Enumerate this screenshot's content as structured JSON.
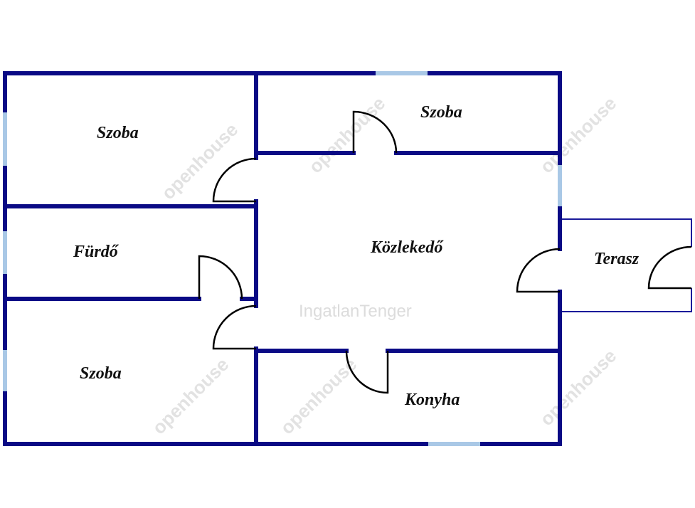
{
  "rooms": {
    "szoba_top_left": "Szoba",
    "szoba_top_right": "Szoba",
    "furdo": "Fürdő",
    "kozlekedo": "Közlekedő",
    "terasz": "Terasz",
    "szoba_bottom_left": "Szoba",
    "konyha": "Konyha"
  },
  "watermarks": {
    "brand": "openhouse",
    "center": "IngatlanTenger"
  },
  "colors": {
    "wall": "#0a0a85",
    "window": "#a9c8e6",
    "door": "#000000"
  }
}
